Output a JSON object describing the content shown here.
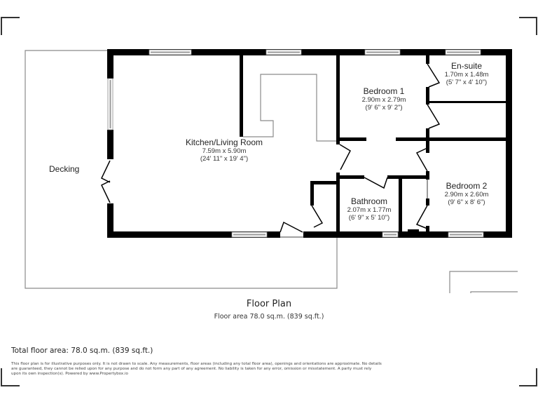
{
  "plan": {
    "title": "Floor Plan",
    "floor_area": "Floor area 78.0 sq.m. (839 sq.ft.)"
  },
  "rooms": [
    {
      "name": "Kitchen/Living Room",
      "metric": "7.59m x 5.90m",
      "imperial": "(24' 11\" x 19' 4\")"
    },
    {
      "name": "Bedroom 1",
      "metric": "2.90m x 2.79m",
      "imperial": "(9' 6\" x 9' 2\")"
    },
    {
      "name": "En-suite",
      "metric": "1.70m x 1.48m",
      "imperial": "(5' 7\" x 4' 10\")"
    },
    {
      "name": "Bathroom",
      "metric": "2.07m x 1.77m",
      "imperial": "(6' 9\" x 5' 10\")"
    },
    {
      "name": "Bedroom 2",
      "metric": "2.90m x 2.60m",
      "imperial": "(9' 6\" x 8' 6\")"
    }
  ],
  "exterior": {
    "decking_label": "Decking"
  },
  "footer": {
    "total_area": "Total floor area: 78.0 sq.m. (839 sq.ft.)",
    "disclaimer": "This floor plan is for illustrative purposes only. It is not drawn to scale. Any measurements, floor areas (including any total floor area), openings and orientations are approximate. No details are guaranteed, they cannot be relied upon for any purpose and do not form any part of any agreement. No liability is taken for any error, omission or misstatement. A party must rely upon its own inspection(s). Powered by www.Propertybox.io"
  },
  "colors": {
    "wall": "#000000",
    "outline": "#8a8a8a",
    "corner_mark": "#333333",
    "window_fill": "#d8d8d8"
  }
}
